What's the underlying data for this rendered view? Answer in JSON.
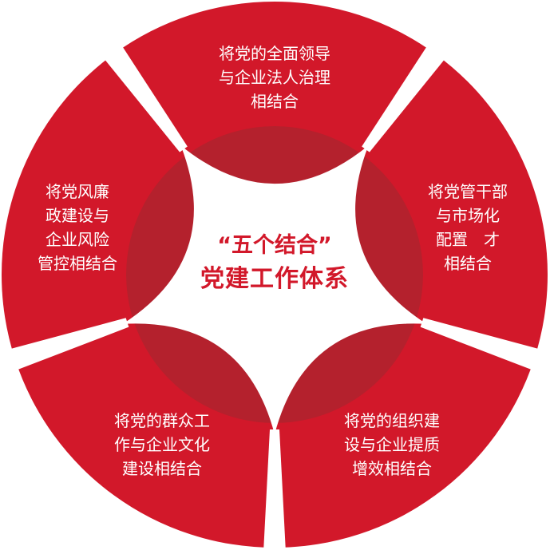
{
  "colors": {
    "segment_red": "#d2182a",
    "inner_overlay": "#9b2a30",
    "gap_white": "#ffffff",
    "center_text_red": "#d2182a",
    "label_white": "#ffffff"
  },
  "center": {
    "line1": "“五个结合”",
    "line2": "党建工作体系"
  },
  "segments": [
    {
      "id": "top",
      "lines": [
        "将党的全面领导",
        "与企业法人治理",
        "相结合"
      ]
    },
    {
      "id": "right",
      "lines": [
        "将党管干部",
        "与市场化",
        "配置　才",
        "相结合"
      ]
    },
    {
      "id": "bottom-right",
      "lines": [
        "将党的组织建",
        "设与企业提质",
        "增效相结合"
      ]
    },
    {
      "id": "bottom-left",
      "lines": [
        "将党的群众工",
        "作与企业文化",
        "建设相结合"
      ]
    },
    {
      "id": "left",
      "lines": [
        "将党风廉",
        "政建设与",
        "企业风险",
        "管控相结合"
      ]
    }
  ]
}
